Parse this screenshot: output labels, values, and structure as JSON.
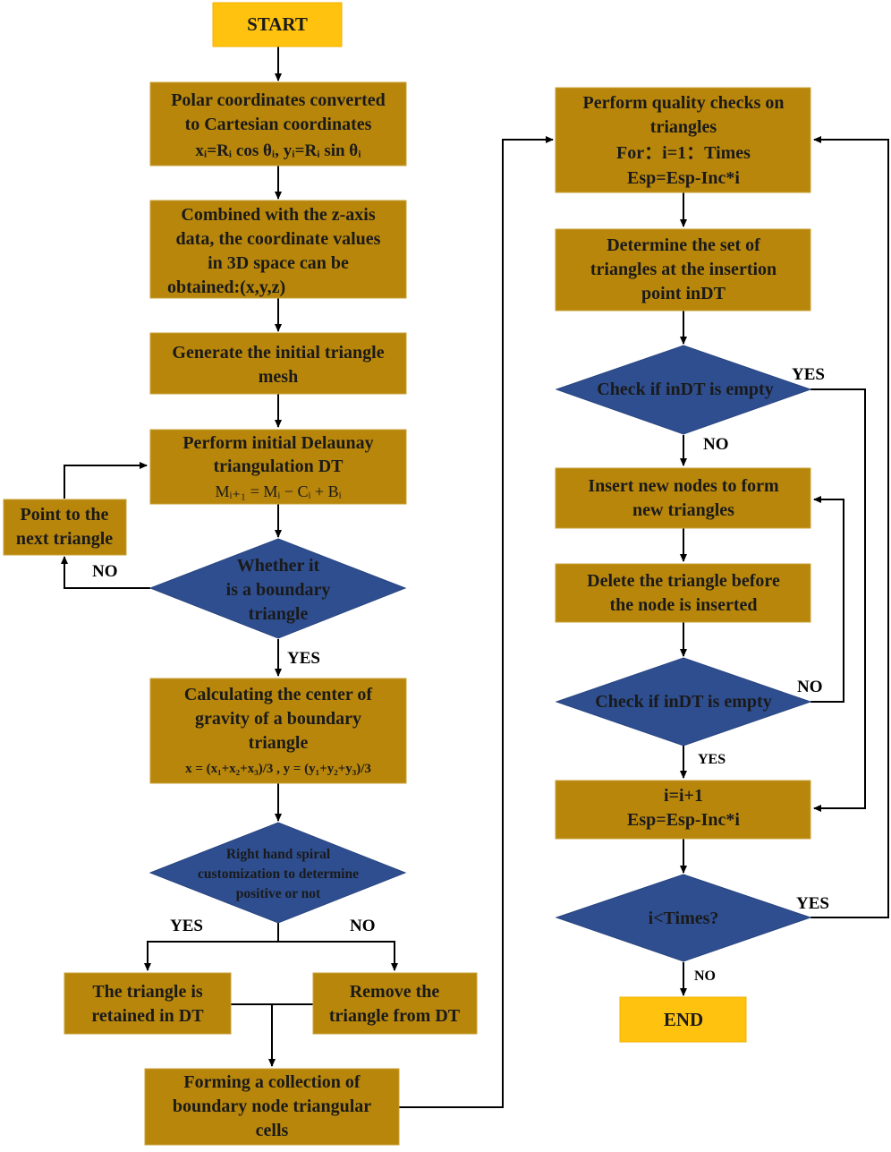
{
  "nodes": {
    "start": "START",
    "polar": {
      "line1": "Polar coordinates converted",
      "line2": "to Cartesian coordinates",
      "formula": "xᵢ=Rᵢ cos θᵢ,  yᵢ=Rᵢ sin θᵢ"
    },
    "combined": [
      "Combined with the z-axis",
      "data, the coordinate values",
      "in 3D space can be",
      "obtained:(x,y,z)"
    ],
    "generate": [
      "Generate the initial triangle",
      "mesh"
    ],
    "delaunay": {
      "line1": "Perform initial Delaunay",
      "line2": "triangulation DT",
      "formula": "Mᵢ₊₁ = Mᵢ − Cᵢ + Bᵢ"
    },
    "point_next": [
      "Point to the",
      "next triangle"
    ],
    "boundary_decision": [
      "Whether it",
      "is a boundary",
      "triangle"
    ],
    "center_gravity": {
      "lines": [
        "Calculating the center of",
        "gravity of a boundary",
        "triangle"
      ],
      "formula": "x = (x₁+x₂+x₃)/3 , y = (y₁+y₂+y₃)/3"
    },
    "spiral_decision": [
      "Right hand spiral",
      "customization to determine",
      "positive or not"
    ],
    "retained": [
      "The triangle is",
      "retained in DT"
    ],
    "remove": [
      "Remove the",
      "triangle from DT"
    ],
    "forming": [
      "Forming a collection of",
      "boundary node triangular",
      "cells"
    ],
    "quality": [
      "Perform quality checks on",
      "triangles",
      "For：i=1：Times",
      "Esp=Esp-Inc*i"
    ],
    "determine_set": [
      "Determine the set of",
      "triangles at the insertion",
      "point inDT"
    ],
    "check_empty_1": "Check if inDT is empty",
    "insert_nodes": [
      "Insert new nodes to form",
      "new triangles"
    ],
    "delete_triangle": [
      "Delete the triangle before",
      "the node is inserted"
    ],
    "check_empty_2": "Check if inDT is empty",
    "increment": [
      "i=i+1",
      "Esp=Esp-Inc*i"
    ],
    "times_decision": "i<Times?",
    "end": "END"
  },
  "edge_labels": {
    "boundary_no": "NO",
    "boundary_yes": "YES",
    "spiral_yes": "YES",
    "spiral_no": "NO",
    "check1_yes": "YES",
    "check1_no": "NO",
    "check2_no": "NO",
    "check2_yes": "YES",
    "times_yes": "YES",
    "times_no": "NO"
  },
  "colors": {
    "process_box": "#b8860b",
    "terminal_box": "#ffc20e",
    "decision_diamond": "#2e4e8f",
    "connector": "#000000"
  }
}
